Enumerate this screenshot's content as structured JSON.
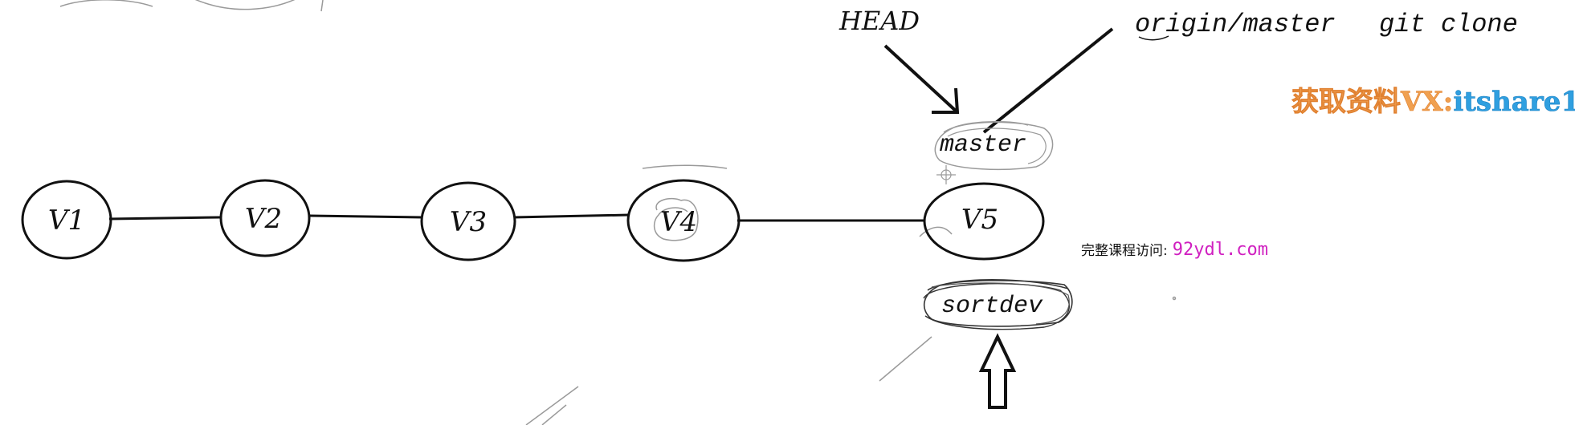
{
  "commits": [
    {
      "label": "V1"
    },
    {
      "label": "V2"
    },
    {
      "label": "V3"
    },
    {
      "label": "V4"
    },
    {
      "label": "V5"
    }
  ],
  "refs": {
    "head": "HEAD",
    "origin_master": "origin/master",
    "git_clone": "git clone",
    "master": "master",
    "sortdev": "sortdev"
  },
  "watermarks": {
    "top_prefix": "获取资料VX:",
    "top_id": "itshare1",
    "mid_prefix": "完整课程访问:",
    "mid_link": "92ydl.com"
  },
  "colors": {
    "ink": "#111111",
    "orange": "#f0a050",
    "blue": "#2f9fe0",
    "magenta": "#d020c0",
    "grey_sketch": "#9a9a9a"
  }
}
